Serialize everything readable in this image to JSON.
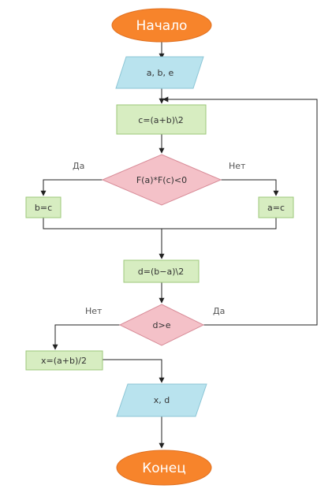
{
  "flowchart": {
    "start": {
      "label": "Начало",
      "color": "#f7842b"
    },
    "input": {
      "label": "a, b, e",
      "color": "#b9e3ee"
    },
    "calc_c": {
      "label": "c=(a+b)\\2",
      "color": "#d7edc1"
    },
    "cond1": {
      "label": "F(a)*F(c)<0",
      "color": "#f4c1c8",
      "yes_label": "Да",
      "no_label": "Нет"
    },
    "set_b": {
      "label": "b=c",
      "color": "#d7edc1"
    },
    "set_a": {
      "label": "a=c",
      "color": "#d7edc1"
    },
    "calc_d": {
      "label": "d=(b−a)\\2",
      "color": "#d7edc1"
    },
    "cond2": {
      "label": "d>e",
      "color": "#f4c1c8",
      "yes_label": "Да",
      "no_label": "Нет"
    },
    "calc_x": {
      "label": "x=(a+b)/2",
      "color": "#d7edc1"
    },
    "output": {
      "label": "x, d",
      "color": "#b9e3ee"
    },
    "end": {
      "label": "Конец",
      "color": "#f7842b"
    }
  }
}
